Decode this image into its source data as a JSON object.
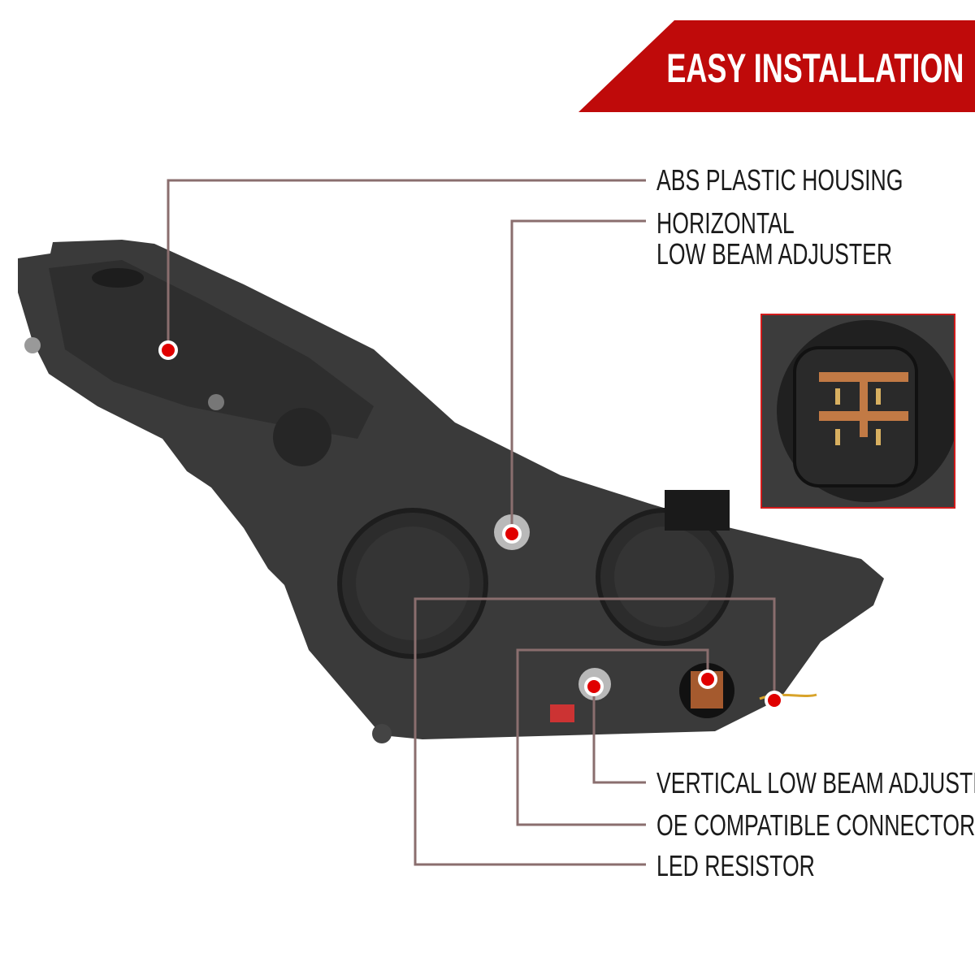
{
  "banner": {
    "title": "EASY INSTALLATION",
    "color": "#bf0a0a"
  },
  "callouts": [
    {
      "id": "abs",
      "lines": [
        "ABS PLASTIC HOUSING"
      ]
    },
    {
      "id": "horizontal",
      "lines": [
        "HORIZONTAL",
        "LOW BEAM ADJUSTER"
      ]
    },
    {
      "id": "vertical",
      "lines": [
        "VERTICAL LOW BEAM ADJUSTER"
      ]
    },
    {
      "id": "connector",
      "lines": [
        "OE COMPATIBLE CONNECTOR"
      ]
    },
    {
      "id": "resistor",
      "lines": [
        "LED RESISTOR"
      ]
    }
  ],
  "colors": {
    "leader": "#8a6e6e",
    "dot": "#e00000",
    "inset_border": "#d21b1b"
  }
}
